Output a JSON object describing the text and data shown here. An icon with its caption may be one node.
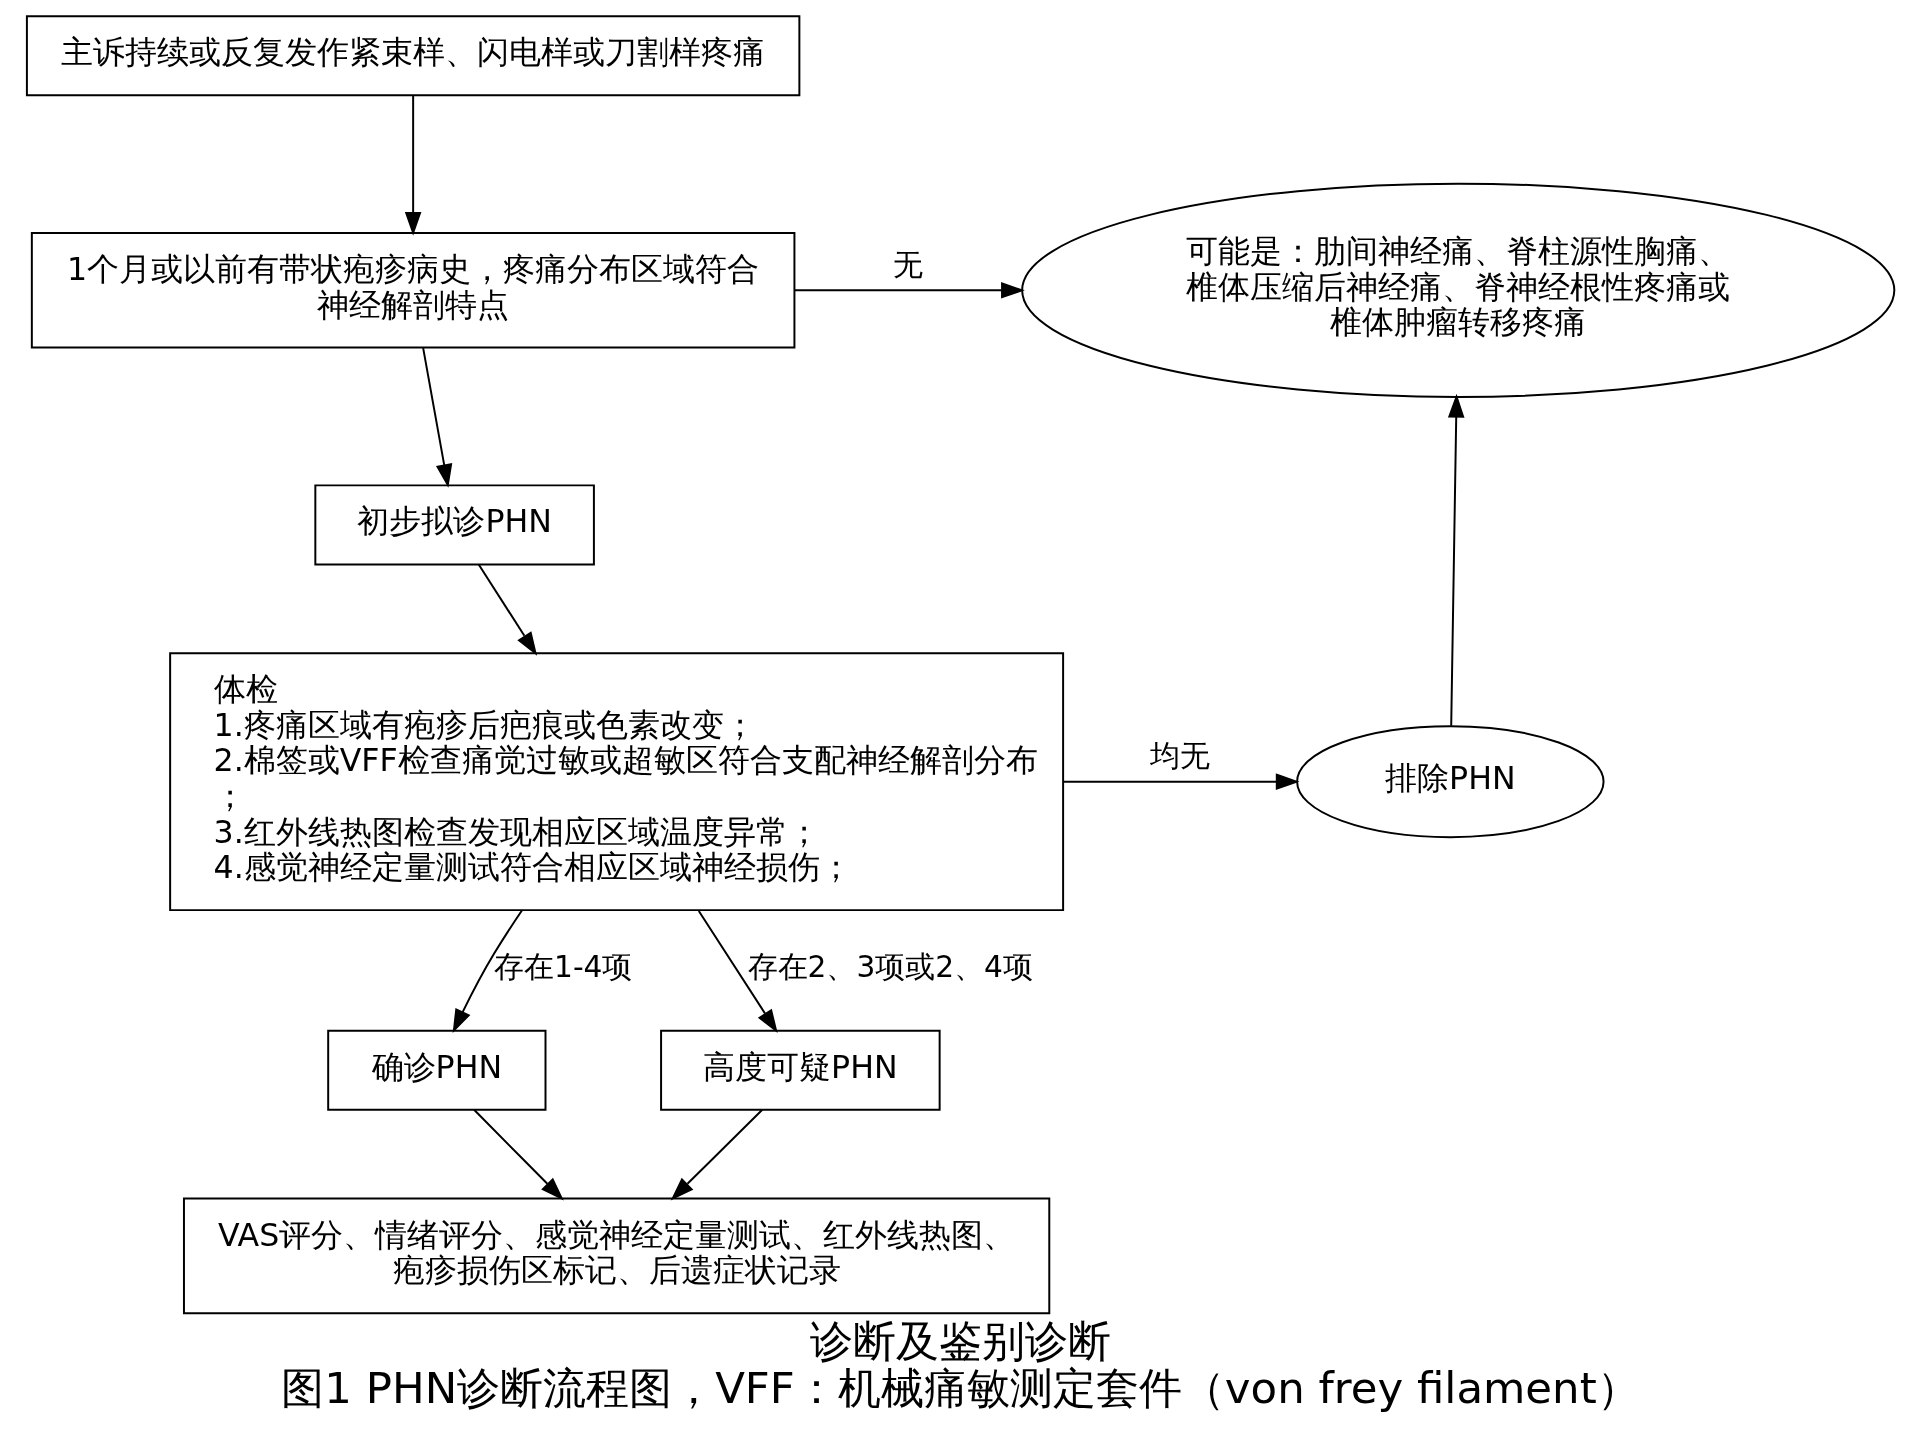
{
  "diagram": {
    "title": "诊断及鉴别诊断",
    "caption": "图1 PHN诊断流程图，VFF：机械痛敏测定套件（von frey filament）",
    "nodes": [
      {
        "text": [
          "主诉持续或反复发作紧束样、闪电样或刀割样疼痛"
        ]
      },
      {
        "text": [
          "1个月或以前有带状疱疹病史，疼痛分布区域符合神经解剖特点"
        ]
      },
      {
        "text": [
          "可能是：肋间神经痛、脊柱源性胸痛、椎体压缩后神经痛、脊神经根性疼痛或椎体肿瘤转移疼痛"
        ]
      },
      {
        "text": [
          "初步拟诊PHN"
        ]
      },
      {
        "text": [
          "体检",
          "1.疼痛区域有疱疹后疤痕或色素改变；",
          "2.棉签或VFF检查痛觉过敏或超敏区符合支配神经解剖分布；",
          "3.红外线热图检查发现相应区域温度异常；",
          "4.感觉神经定量测试符合相应区域神经损伤；"
        ]
      },
      {
        "text": [
          "排除PHN"
        ]
      },
      {
        "text": [
          "确诊PHN"
        ]
      },
      {
        "text": [
          "高度可疑PHN"
        ]
      },
      {
        "text": [
          "VAS评分、情绪评分、感觉神经定量测试、红外线热图、疱疹损伤区标记、后遗症状记录"
        ]
      }
    ],
    "edges": [
      {
        "from": 0,
        "to": 1,
        "arrow": "to"
      },
      {
        "from": 1,
        "to": 2,
        "arrow": "to",
        "label": "无"
      },
      {
        "from": 1,
        "to": 3,
        "arrow": "to"
      },
      {
        "from": 3,
        "to": 4,
        "arrow": "to"
      },
      {
        "from": 4,
        "to": 5,
        "arrow": "to",
        "label": "均无"
      },
      {
        "from": 5,
        "to": 2,
        "arrow": "to"
      },
      {
        "from": 4,
        "to": 6,
        "arrow": "to",
        "label": "存在1-4项"
      },
      {
        "from": 4,
        "to": 7,
        "arrow": "to",
        "label": "存在2、3项或2、4项"
      },
      {
        "from": 6,
        "to": 8,
        "arrow": "to"
      },
      {
        "from": 7,
        "to": 8,
        "arrow": "to"
      }
    ]
  }
}
